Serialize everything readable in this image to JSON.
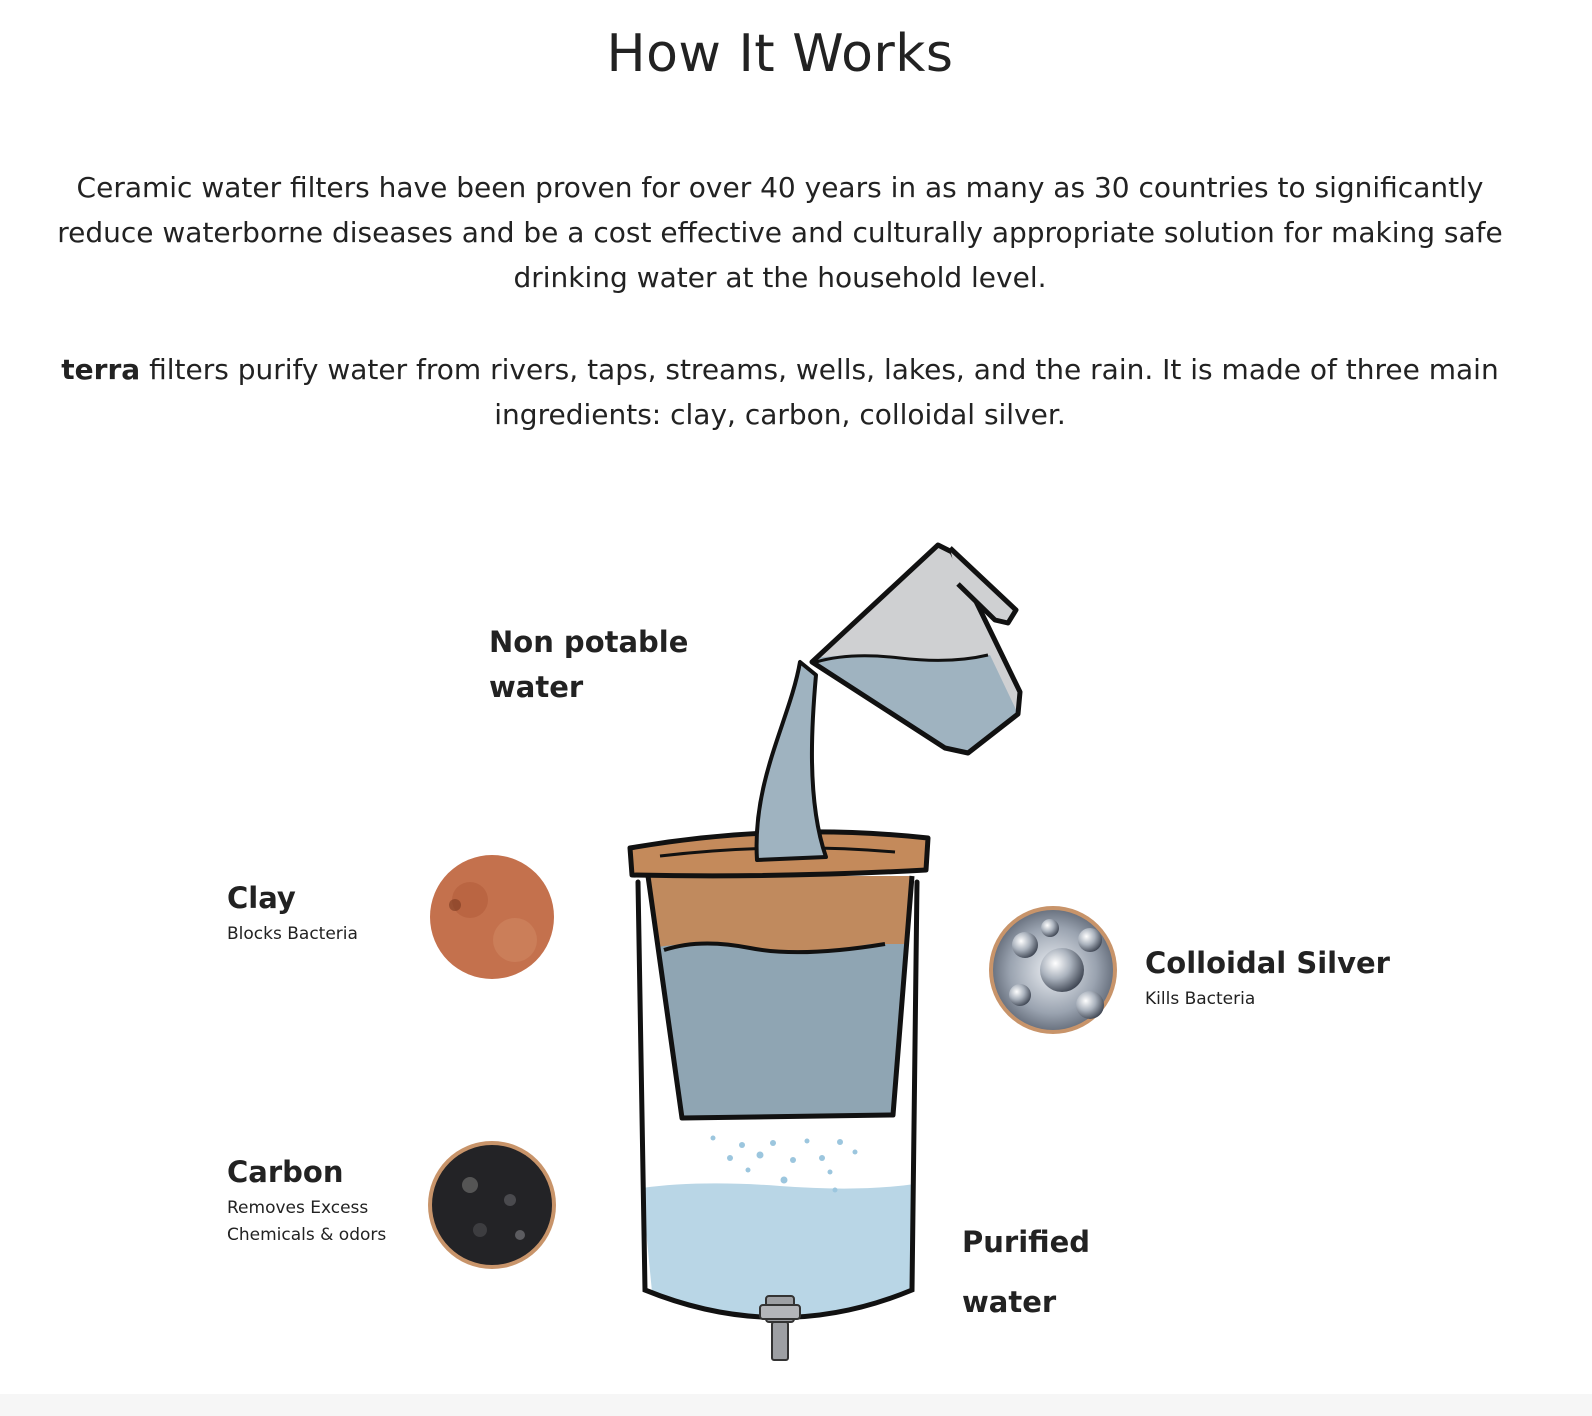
{
  "title": "How It Works",
  "intro": "Ceramic water filters have been proven for over 40 years in as many as 30 countries to significantly reduce waterborne diseases and be a cost effective and culturally appropriate solution for making safe drinking water at the household level.",
  "brand": "terra",
  "description": " filters purify water from rivers, taps, streams, wells, lakes, and the rain. It is made of three main ingredients: clay, carbon, colloidal silver.",
  "diagram": {
    "non_potable": "Non potable water",
    "purified": "Purified water",
    "ingredients": [
      {
        "name": "Clay",
        "effect": "Blocks Bacteria",
        "color": "#c4714d"
      },
      {
        "name": "Carbon",
        "effect": "Removes Excess Chemicals & odors",
        "color": "#2a2a2c"
      },
      {
        "name": "Colloidal Silver",
        "effect": "Kills Bacteria",
        "color": "#a9b0bb"
      }
    ]
  }
}
